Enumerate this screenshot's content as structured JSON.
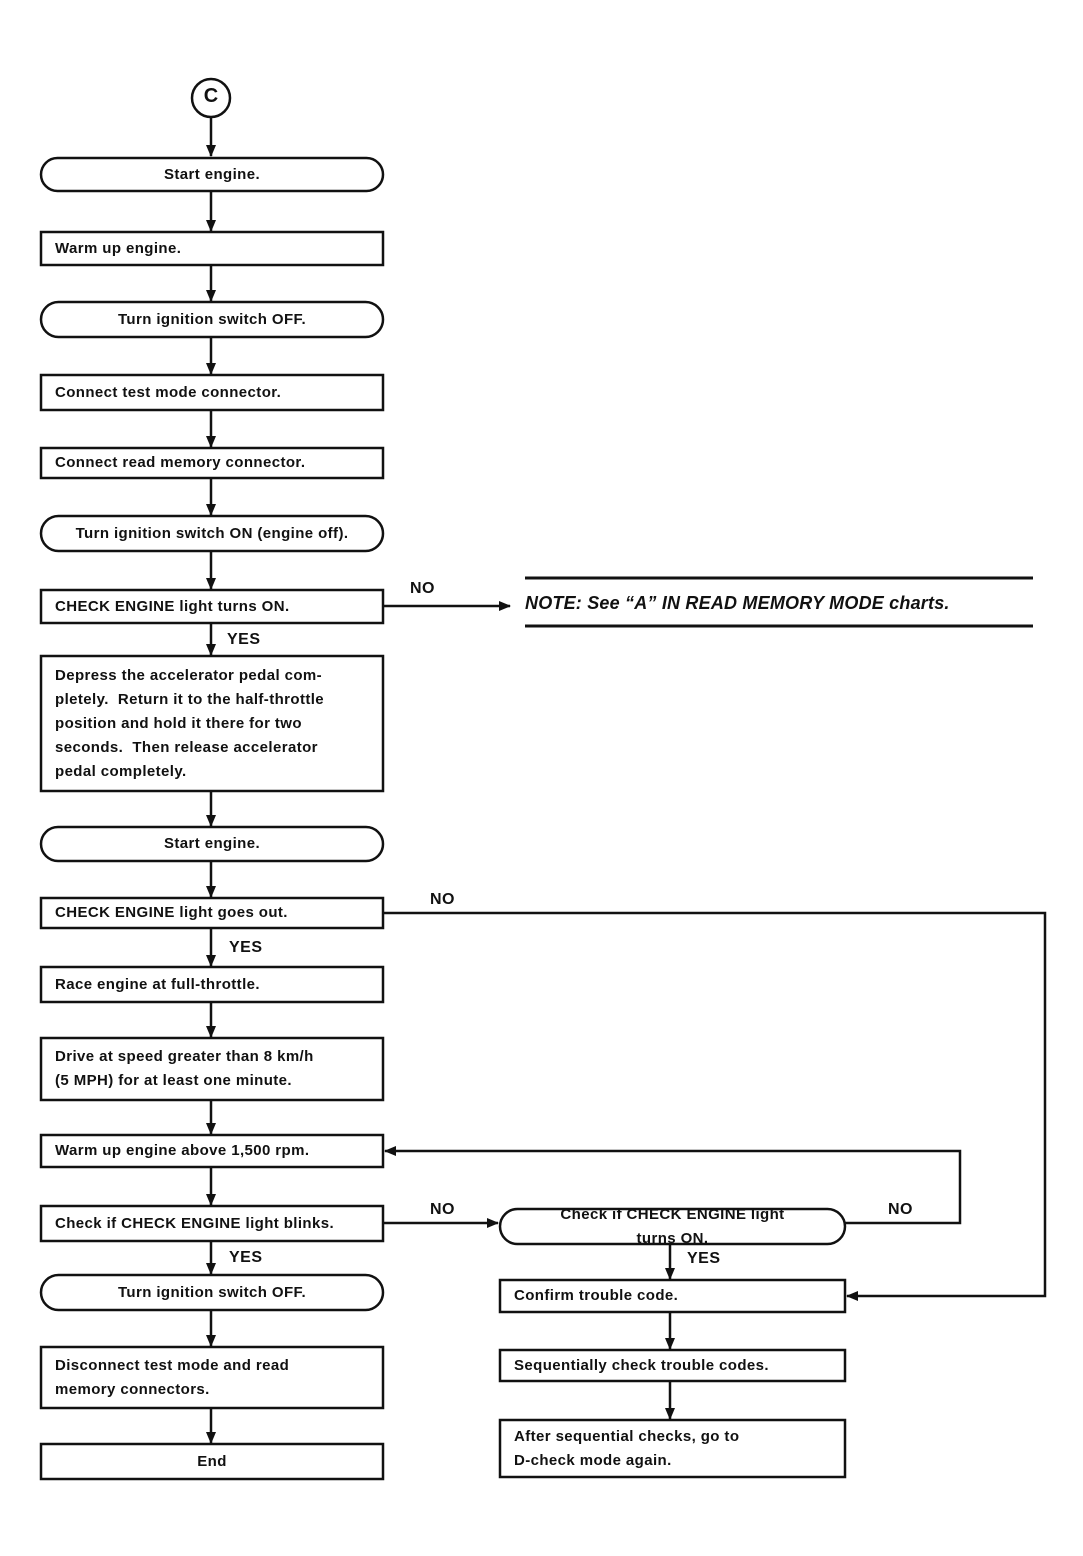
{
  "connector": {
    "label": "C"
  },
  "left_column": [
    {
      "id": "start-engine-1",
      "shape": "rounded",
      "text": "Start engine."
    },
    {
      "id": "warm-up-engine",
      "shape": "rect",
      "text": "Warm up engine."
    },
    {
      "id": "turn-ignition-off-1",
      "shape": "rounded",
      "text": "Turn ignition switch OFF."
    },
    {
      "id": "connect-test-mode",
      "shape": "rect",
      "text": "Connect test mode connector."
    },
    {
      "id": "connect-read-memory",
      "shape": "rect",
      "text": "Connect read memory connector."
    },
    {
      "id": "turn-ignition-on",
      "shape": "rounded",
      "text": "Turn ignition switch ON (engine off)."
    },
    {
      "id": "check-engine-turns-on",
      "shape": "rect",
      "text": "CHECK ENGINE light turns ON."
    },
    {
      "id": "depress-accelerator",
      "shape": "rect",
      "text": "Depress the accelerator pedal com-\npletely.  Return it to the half-throttle\nposition and hold it there for two\nseconds.  Then release accelerator\npedal completely."
    },
    {
      "id": "start-engine-2",
      "shape": "rounded",
      "text": "Start engine."
    },
    {
      "id": "check-engine-goes-out",
      "shape": "rect",
      "text": "CHECK ENGINE light goes out."
    },
    {
      "id": "race-engine",
      "shape": "rect",
      "text": "Race engine at full-throttle."
    },
    {
      "id": "drive-speed",
      "shape": "rect",
      "text": "Drive at speed greater than 8 km/h\n(5 MPH) for at least one minute."
    },
    {
      "id": "warm-up-1500",
      "shape": "rect",
      "text": "Warm up engine above 1,500 rpm."
    },
    {
      "id": "check-blinks",
      "shape": "rect",
      "text": "Check if CHECK ENGINE light blinks."
    },
    {
      "id": "turn-ignition-off-2",
      "shape": "rounded",
      "text": "Turn ignition switch OFF."
    },
    {
      "id": "disconnect-connectors",
      "shape": "rect",
      "text": "Disconnect test mode and read\nmemory connectors."
    },
    {
      "id": "end",
      "shape": "rect",
      "text": "End"
    }
  ],
  "right_column": [
    {
      "id": "check-turns-on",
      "shape": "rounded",
      "text": "Check if CHECK ENGINE light\nturns ON."
    },
    {
      "id": "confirm-trouble-code",
      "shape": "rect",
      "text": "Confirm trouble code."
    },
    {
      "id": "sequentially-check",
      "shape": "rect",
      "text": "Sequentially check trouble codes."
    },
    {
      "id": "after-sequential",
      "shape": "rect",
      "text": "After sequential checks, go to\nD-check mode again."
    }
  ],
  "labels": {
    "yes": "YES",
    "no": "NO"
  },
  "note": {
    "text": "NOTE: See “A” IN READ MEMORY MODE charts."
  }
}
